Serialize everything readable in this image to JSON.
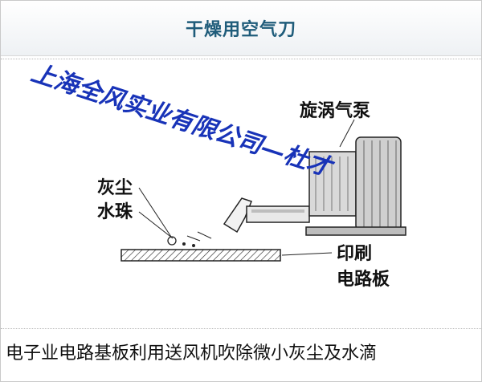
{
  "header": {
    "title": "干燥用空气刀"
  },
  "diagram": {
    "labels": {
      "dust": "灰尘",
      "droplets": "水珠",
      "pump": "旋涡气泵",
      "board_line1": "印刷",
      "board_line2": "电路板"
    },
    "watermark": "上海全风实业有限公司—杜才"
  },
  "caption": "电子业电路基板利用送风机吹除微小灰尘及水滴"
}
